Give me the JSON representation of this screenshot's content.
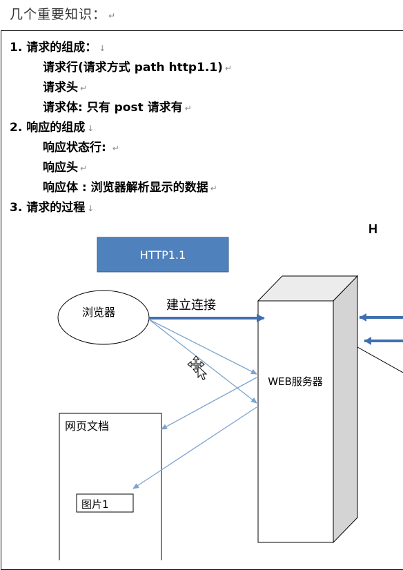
{
  "heading": "几个重要知识：",
  "para_mark": "↵",
  "list": {
    "item1": {
      "label": "1.  请求的组成：",
      "mark": "↓"
    },
    "item1a": {
      "label": "请求行(请求方式   path    http1.1)",
      "mark": "↵"
    },
    "item1b": {
      "label": "请求头",
      "mark": "↵"
    },
    "item1c": {
      "label": "请求体: 只有 post 请求有",
      "mark": "↵"
    },
    "item2": {
      "label": "2.  响应的组成",
      "mark": "↓"
    },
    "item2a": {
      "label": "响应状态行: ",
      "mark": "↵"
    },
    "item2b": {
      "label": "响应头",
      "mark": "↵"
    },
    "item2c": {
      "label": "响应体 : 浏览器解析显示的数据",
      "mark": "↵"
    },
    "item3": {
      "label": "3.  请求的过程",
      "mark": "↓"
    }
  },
  "diagram": {
    "http_box": "HTTP1.1",
    "browser": "浏览器",
    "connect_label": "建立连接",
    "server": "WEB服务器",
    "document": "网页文档",
    "image": "图片1",
    "edge_glyph": "H"
  },
  "colors": {
    "http_box_fill": "#4f81bd",
    "http_box_stroke": "#385d8a",
    "arrow_main": "#3f6fb0",
    "arrow_thin": "#7ea3cc",
    "server_side": "#d4d4d4",
    "server_top": "#ececec"
  }
}
